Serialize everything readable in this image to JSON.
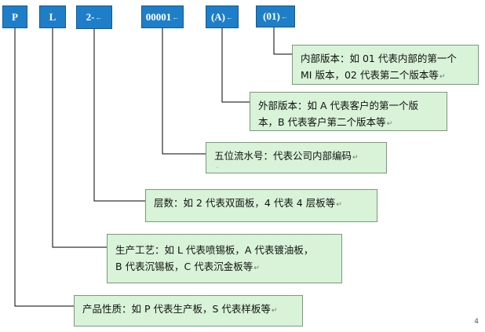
{
  "codes": [
    {
      "id": "p",
      "label": "P"
    },
    {
      "id": "l",
      "label": "L"
    },
    {
      "id": "layers",
      "label": "2-"
    },
    {
      "id": "serial",
      "label": "00001"
    },
    {
      "id": "ext",
      "label": "(A)"
    },
    {
      "id": "int",
      "label": "(01)"
    }
  ],
  "descriptions": {
    "internal_version": [
      "内部版本：如 01 代表内部的第一个",
      "MI 版本，02 代表第二个版本等"
    ],
    "external_version": [
      "外部版本：如 A 代表客户的第一个版",
      "本，B 代表客户第二个版本等"
    ],
    "serial_number": [
      "五位流水号：代表公司内部编码"
    ],
    "layer_count": [
      "层数：如 2 代表双面板，4 代表 4 层板等"
    ],
    "process": [
      "生产工艺：如 L 代表喷锡板，A 代表镀油板，",
      "B 代表沉锡板，C 代表沉金板等"
    ],
    "product_nature": [
      "产品性质：如 P 代表生产板，S 代表样板等"
    ]
  },
  "page_number": "4",
  "colors": {
    "code_box": "#1f7ec8",
    "desc_box": "#d8f3d8",
    "connector": "#000000"
  }
}
